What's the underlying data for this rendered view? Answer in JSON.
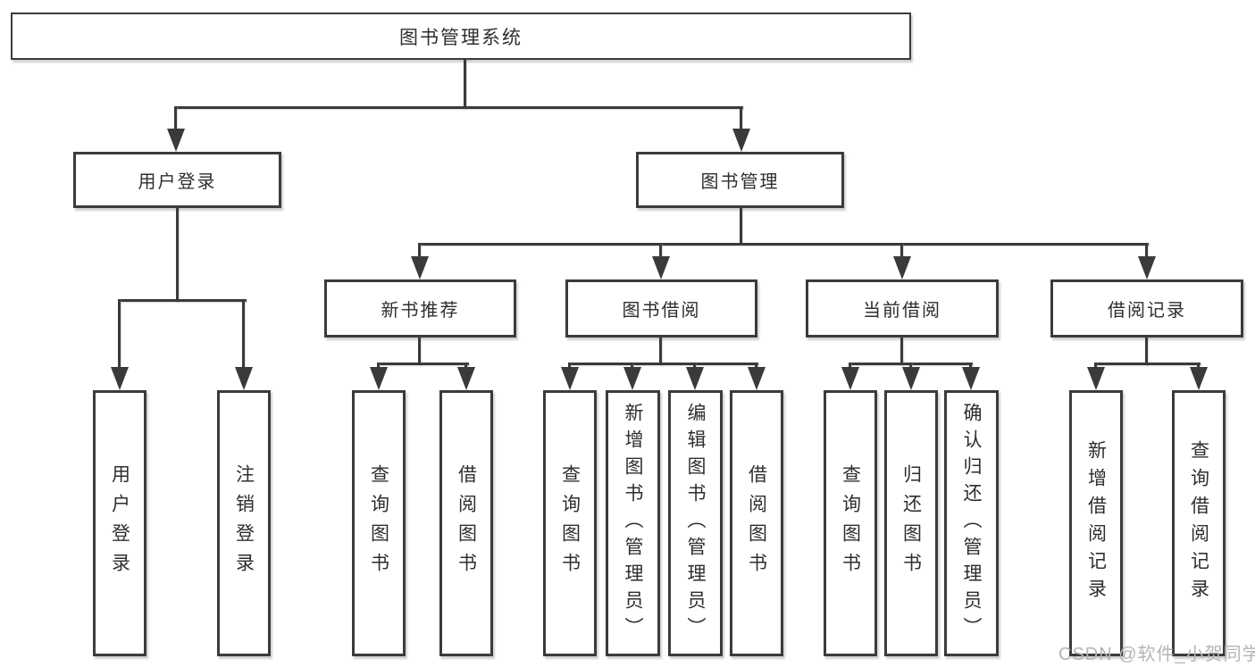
{
  "diagram_title": "图书管理系统",
  "tree": {
    "label": "图书管理系统",
    "children": [
      {
        "label": "用户登录",
        "children": [
          {
            "label": "用户登录"
          },
          {
            "label": "注销登录"
          }
        ]
      },
      {
        "label": "图书管理",
        "children": [
          {
            "label": "新书推荐",
            "children": [
              {
                "label": "查询图书"
              },
              {
                "label": "借阅图书"
              }
            ]
          },
          {
            "label": "图书借阅",
            "children": [
              {
                "label": "查询图书"
              },
              {
                "label": "新增图书（管理员）"
              },
              {
                "label": "编辑图书（管理员）"
              },
              {
                "label": "借阅图书"
              }
            ]
          },
          {
            "label": "当前借阅",
            "children": [
              {
                "label": "查询图书"
              },
              {
                "label": "归还图书"
              },
              {
                "label": "确认归还（管理员）"
              }
            ]
          },
          {
            "label": "借阅记录",
            "children": [
              {
                "label": "新增借阅记录"
              },
              {
                "label": "查询借阅记录"
              }
            ]
          }
        ]
      }
    ]
  },
  "watermark": {
    "text": "CSDN @软件_小贺同学"
  },
  "colors": {
    "line": "#3a3a3a",
    "box_border": "#3b3b3b",
    "text": "#2e2e2e",
    "watermark_text": "#b5b5b5",
    "background": "#ffffff"
  }
}
